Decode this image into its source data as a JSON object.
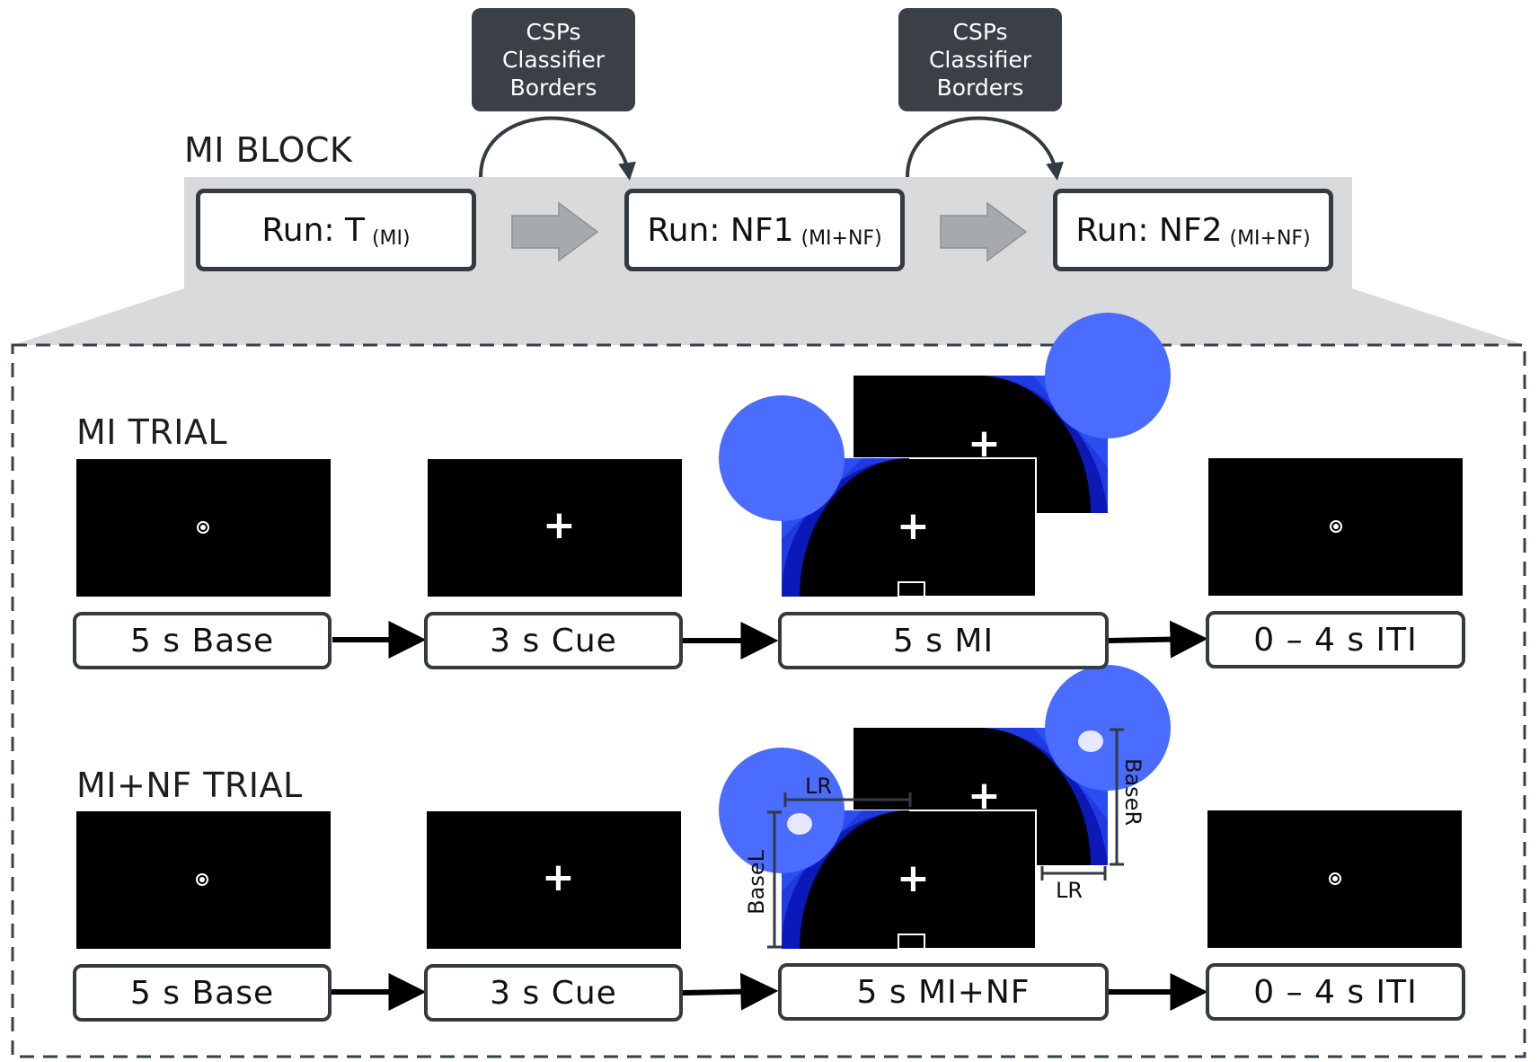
{
  "block": {
    "title": "MI BLOCK",
    "callouts": [
      {
        "lines": [
          "CSPs",
          "Classifier",
          "Borders"
        ]
      },
      {
        "lines": [
          "CSPs",
          "Classifier",
          "Borders"
        ]
      }
    ],
    "runs": [
      {
        "label": "Run: T",
        "sub": "(MI)"
      },
      {
        "label": "Run: NF1",
        "sub": "(MI+NF)"
      },
      {
        "label": "Run: NF2",
        "sub": "(MI+NF)"
      }
    ]
  },
  "trials": [
    {
      "title": "MI TRIAL",
      "stages": [
        "5 s Base",
        "3 s Cue",
        "5 s MI",
        "0 – 4 s ITI"
      ]
    },
    {
      "title": "MI+NF TRIAL",
      "stages": [
        "5 s Base",
        "3 s Cue",
        "5 s MI+NF",
        "0 – 4 s ITI"
      ]
    }
  ],
  "feedback_labels": {
    "lr_top": "LR",
    "lr_bottom": "LR",
    "base_left": "BaseL",
    "base_right": "BaseR"
  },
  "colors": {
    "dark_box": "#3a4046",
    "block_band": "#d9dadb",
    "arrow_gray": "#a7aaad",
    "blue_dark": "#0c18b8",
    "blue_mid": "#1e3ae0",
    "blue_light": "#4a6cff"
  },
  "icons": {
    "base_screen": "fixation-dot-icon",
    "cue_screen": "fixation-cross-icon"
  }
}
